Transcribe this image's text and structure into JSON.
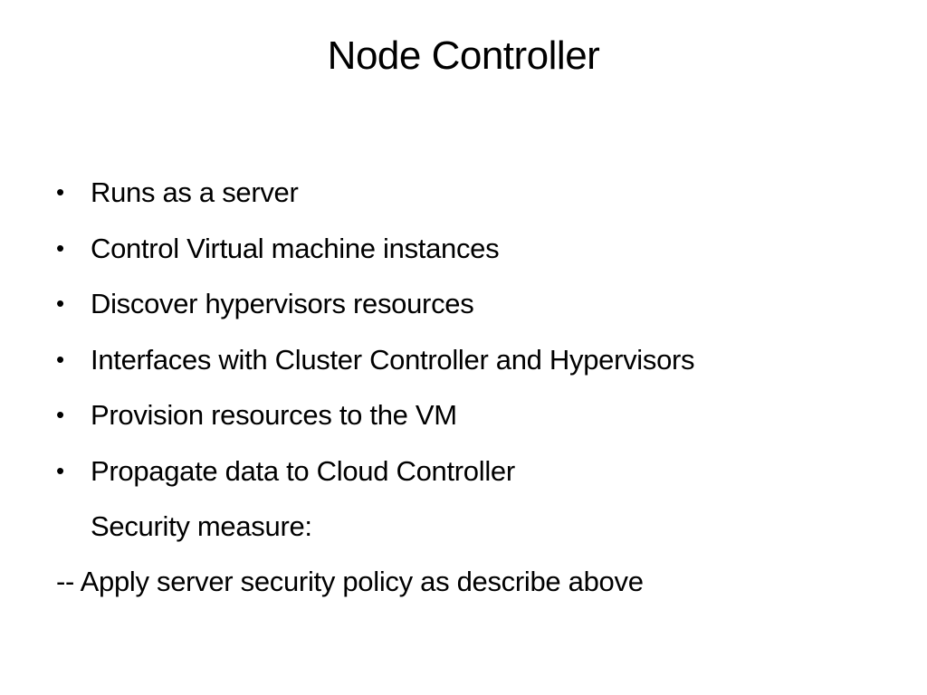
{
  "slide": {
    "title": "Node Controller",
    "bullet_glyph": "•",
    "bullets": [
      {
        "text": "Runs as a server"
      },
      {
        "text": "Control Virtual machine instances"
      },
      {
        "text": "Discover hypervisors resources"
      },
      {
        "text": "Interfaces with Cluster Controller and Hypervisors"
      },
      {
        "text": "Provision resources to the VM"
      },
      {
        "text": "Propagate data to Cloud Controller"
      }
    ],
    "sub_heading": "Security measure:",
    "note": "-- Apply server security policy as describe above"
  }
}
